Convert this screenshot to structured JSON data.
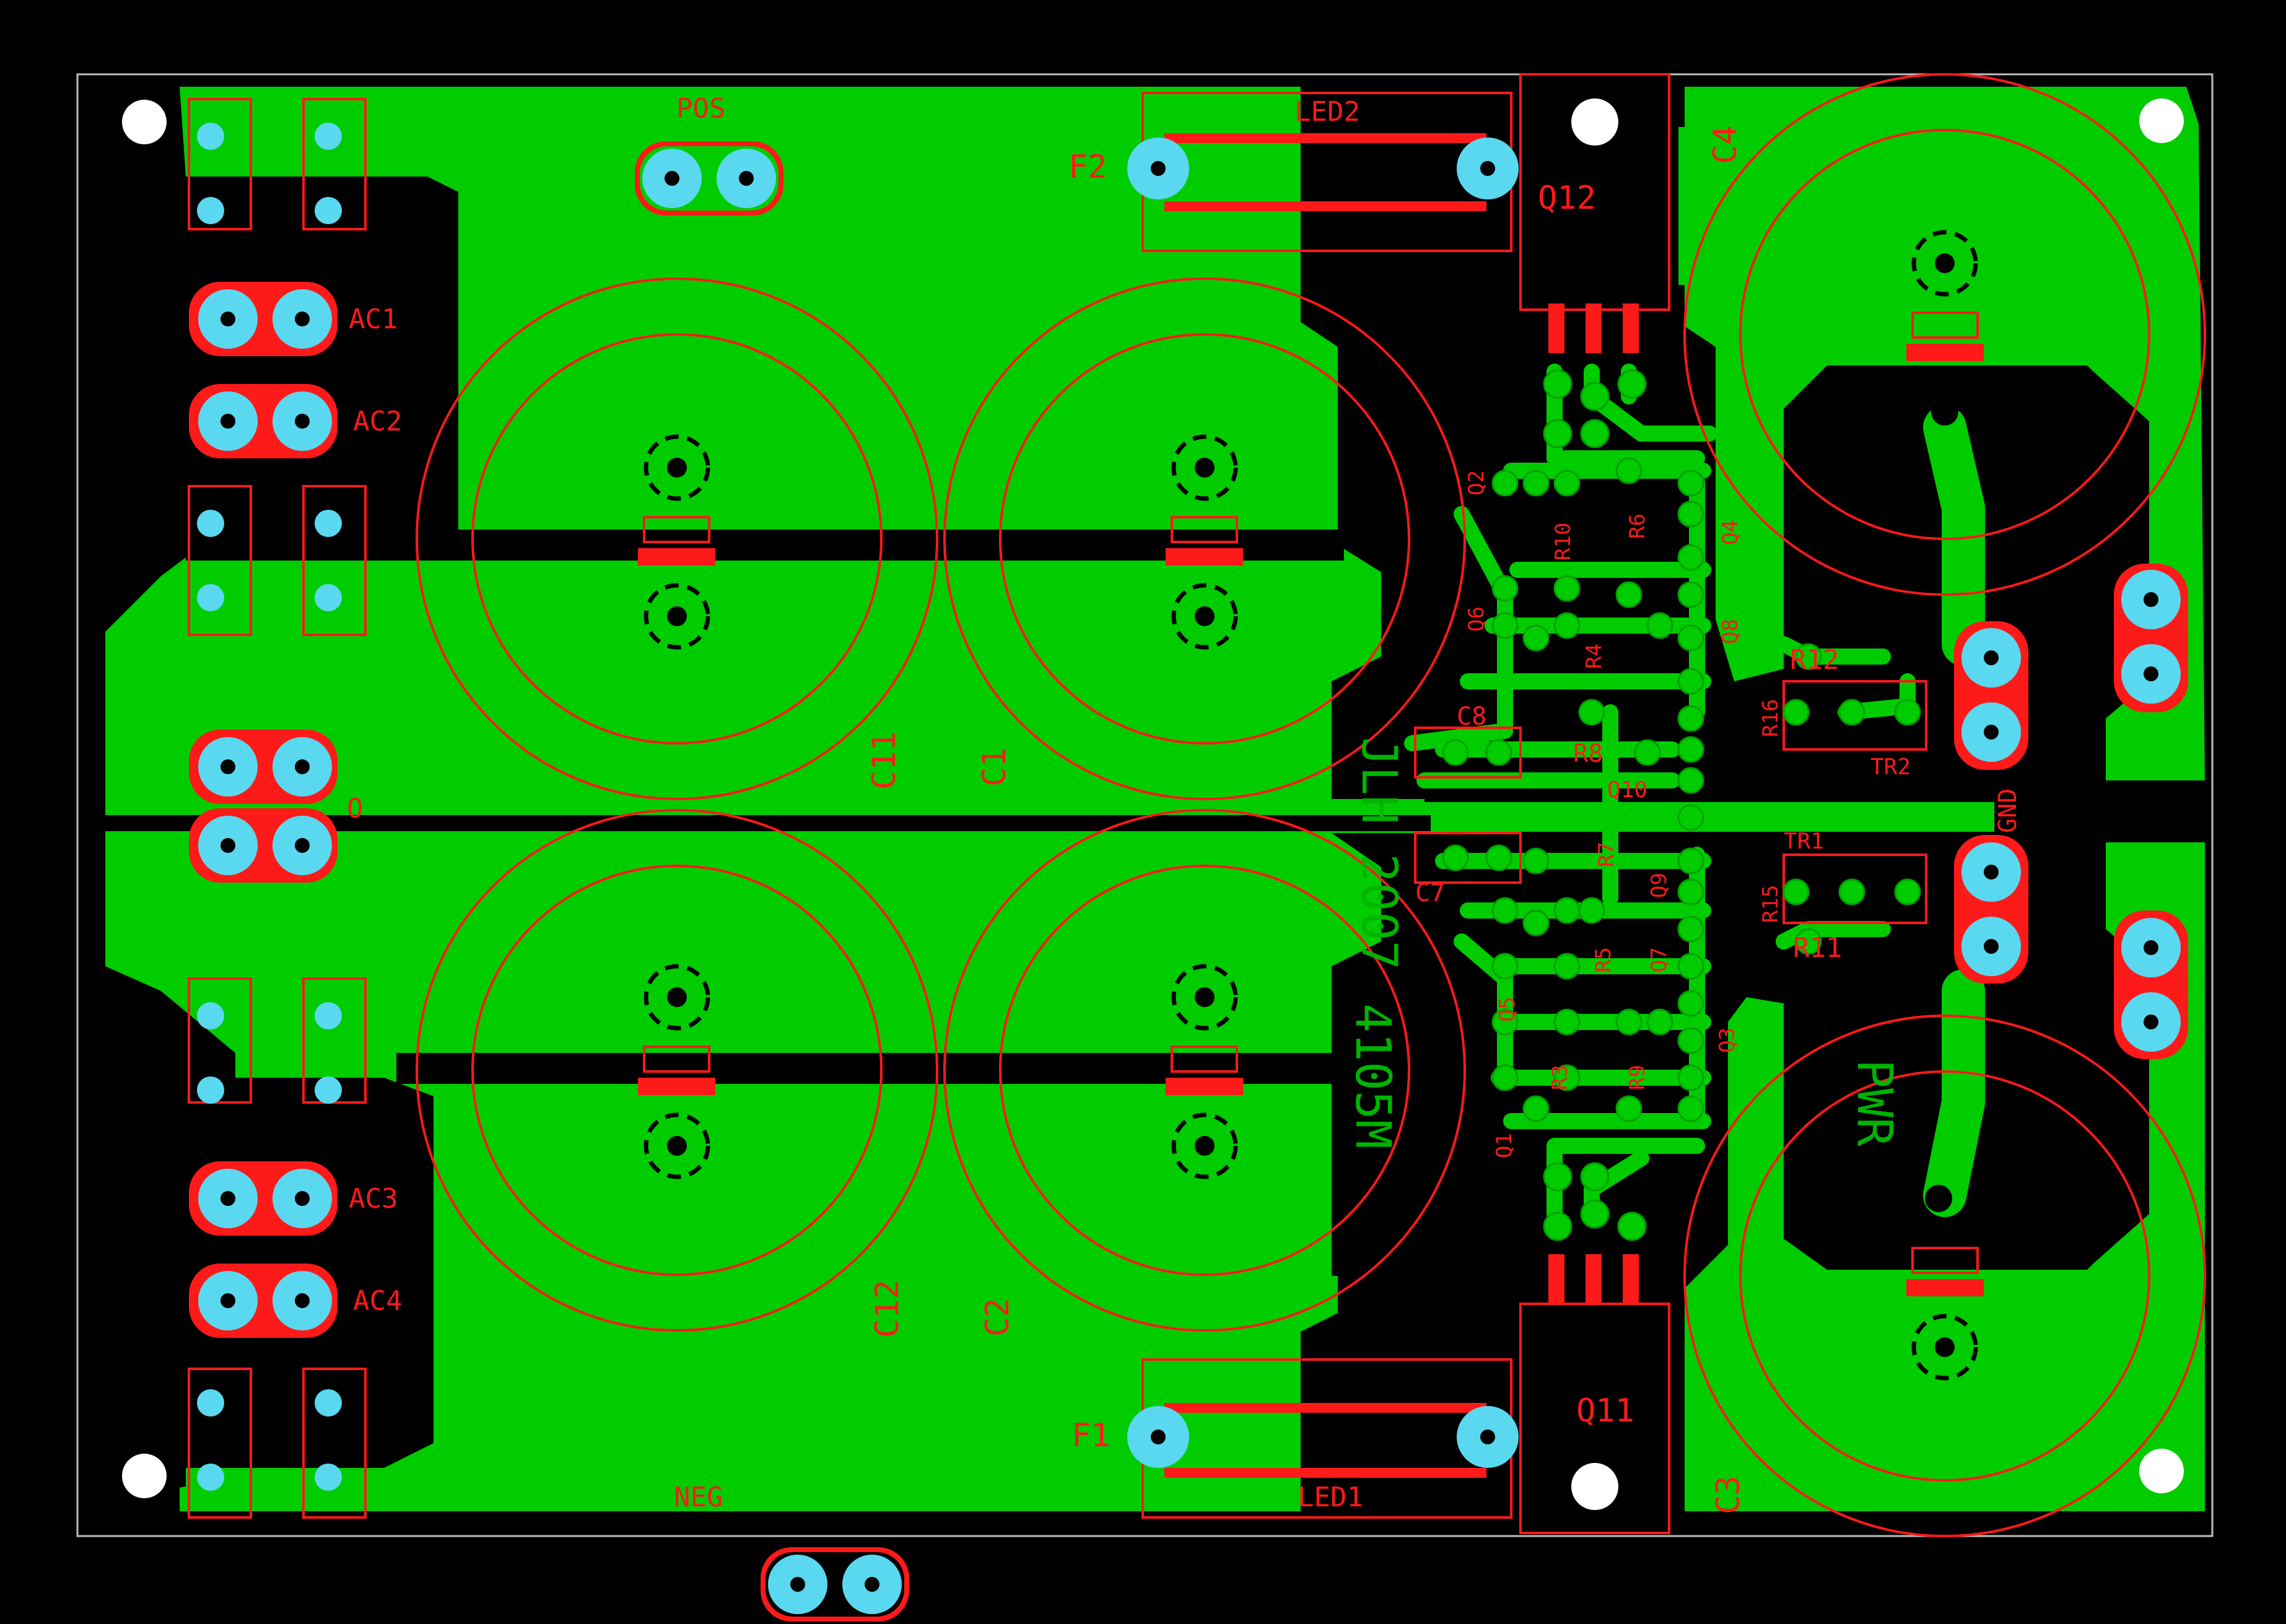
{
  "colors": {
    "background": "#000000",
    "copper": "#00cc00",
    "copper_edge": "#00a800",
    "pad": "#5ad8f0",
    "silkscreen": "#ff1a1a",
    "outline": "#bfbfbf",
    "hole": "#ffffff"
  },
  "labels": {
    "pos": "POS",
    "neg": "NEG",
    "ac1": "AC1",
    "ac2": "AC2",
    "ac3": "AC3",
    "ac4": "AC4",
    "o": "O",
    "gnd": "GND",
    "led1": "LED1",
    "led2": "LED2",
    "f1": "F1",
    "f2": "F2",
    "c1": "C1",
    "c2": "C2",
    "c3": "C3",
    "c4": "C4",
    "c7": "C7",
    "c8": "C8",
    "c11": "C11",
    "c12": "C12",
    "q1": "Q1",
    "q2": "Q2",
    "q3": "Q3",
    "q4": "Q4",
    "q5": "Q5",
    "q6": "Q6",
    "q7": "Q7",
    "q8": "Q8",
    "q9": "Q9",
    "q10": "Q10",
    "q11": "Q11",
    "q12": "Q12",
    "r3": "R3",
    "r4": "R4",
    "r5": "R5",
    "r6": "R6",
    "r7": "R7",
    "r8": "R8",
    "r9": "R9",
    "r10": "R10",
    "r11": "R11",
    "r12": "R12",
    "r15": "R15",
    "r16": "R16",
    "tr1": "TR1",
    "tr2": "TR2",
    "copper_text_top": "JLH 2007",
    "copper_text_mid": "4105M",
    "copper_text_pwr": "PWR"
  }
}
